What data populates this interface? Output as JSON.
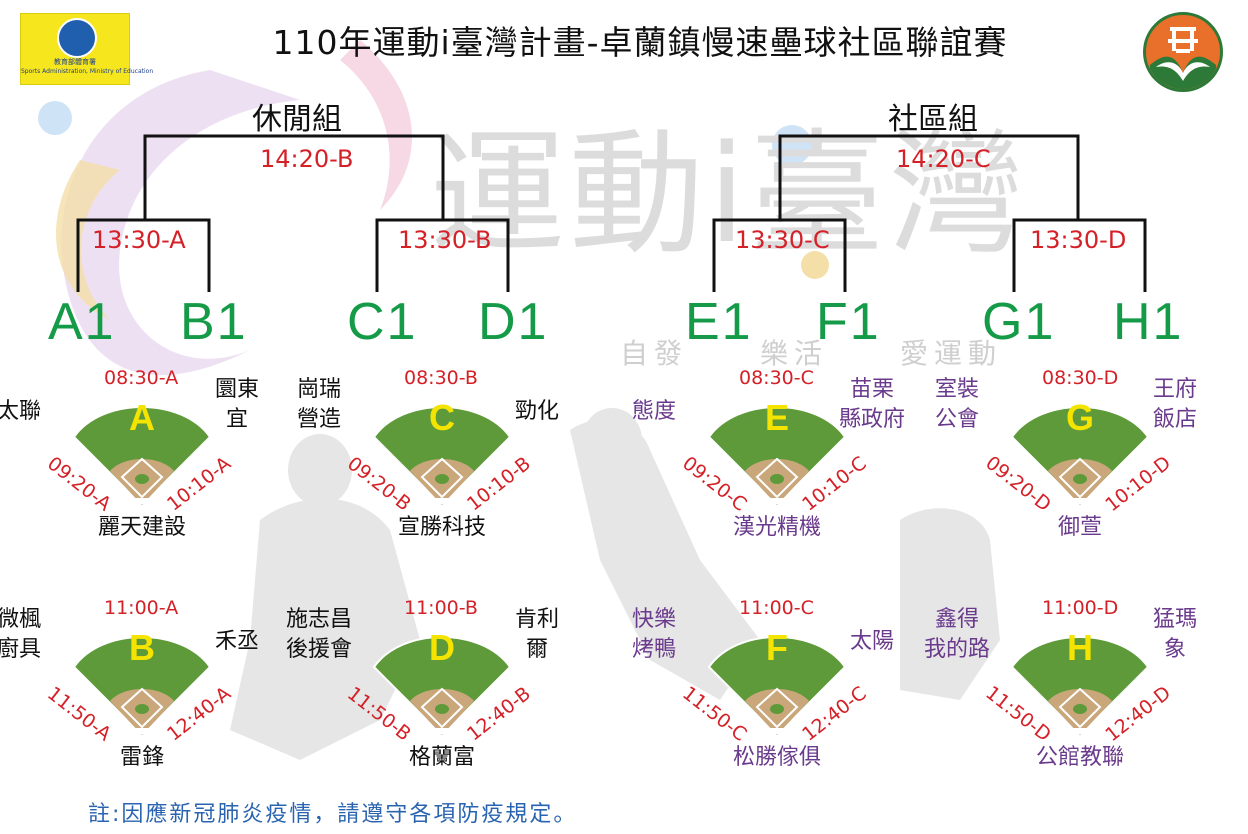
{
  "title": "110年運動i臺灣計畫-卓蘭鎮慢速壘球社區聯誼賽",
  "logo_left": {
    "name": "ministry-of-education-logo",
    "lines": [
      "教育部體育署",
      "Sports Administration, Ministry of Education"
    ],
    "color": "#f5e61e"
  },
  "logo_right": {
    "name": "zhuolan-town-emblem",
    "color": "#e8702a"
  },
  "watermark": {
    "main": "運動i臺灣",
    "slogan": [
      "自發",
      "樂活",
      "愛運動"
    ]
  },
  "groups": [
    {
      "title": "休閒組",
      "final_time": "14:20-B",
      "semi_times": [
        "13:30-A",
        "13:30-B"
      ],
      "codes": [
        "A1",
        "B1",
        "C1",
        "D1"
      ]
    },
    {
      "title": "社區組",
      "final_time": "14:20-C",
      "semi_times": [
        "13:30-C",
        "13:30-D"
      ],
      "codes": [
        "E1",
        "F1",
        "G1",
        "H1"
      ]
    }
  ],
  "pools": [
    {
      "letter": "A",
      "top_time": "08:30-A",
      "left_time": "09:20-A",
      "right_time": "10:10-A",
      "left_team": [
        "太聯"
      ],
      "right_team": [
        "圜東",
        "宜"
      ],
      "bottom_team": "麗天建設",
      "name_color": "#111111"
    },
    {
      "letter": "C",
      "top_time": "08:30-B",
      "left_time": "09:20-B",
      "right_time": "10:10-B",
      "left_team": [
        "崗瑞",
        "營造"
      ],
      "right_team": [
        "勁化"
      ],
      "bottom_team": "宣勝科技",
      "name_color": "#111111"
    },
    {
      "letter": "E",
      "top_time": "08:30-C",
      "left_time": "09:20-C",
      "right_time": "10:10-C",
      "left_team": [
        "態度"
      ],
      "right_team": [
        "苗栗",
        "縣政府"
      ],
      "bottom_team": "漢光精機",
      "name_color": "#6a3a8c"
    },
    {
      "letter": "G",
      "top_time": "08:30-D",
      "left_time": "09:20-D",
      "right_time": "10:10-D",
      "left_team": [
        "室裝",
        "公會"
      ],
      "right_team": [
        "王府",
        "飯店"
      ],
      "bottom_team": "御萱",
      "name_color": "#6a3a8c"
    },
    {
      "letter": "B",
      "top_time": "11:00-A",
      "left_time": "11:50-A",
      "right_time": "12:40-A",
      "left_team": [
        "微楓",
        "廚具"
      ],
      "right_team": [
        "禾丞"
      ],
      "bottom_team": "雷鋒",
      "name_color": "#111111"
    },
    {
      "letter": "D",
      "top_time": "11:00-B",
      "left_time": "11:50-B",
      "right_time": "12:40-B",
      "left_team": [
        "施志昌",
        "後援會"
      ],
      "right_team": [
        "肯利",
        "爾"
      ],
      "bottom_team": "格蘭富",
      "name_color": "#111111"
    },
    {
      "letter": "F",
      "top_time": "11:00-C",
      "left_time": "11:50-C",
      "right_time": "12:40-C",
      "left_team": [
        "快樂",
        "烤鴨"
      ],
      "right_team": [
        "太陽"
      ],
      "bottom_team": "松勝傢俱",
      "name_color": "#6a3a8c"
    },
    {
      "letter": "H",
      "top_time": "11:00-D",
      "left_time": "11:50-D",
      "right_time": "12:40-D",
      "left_team": [
        "鑫得",
        "我的路"
      ],
      "right_team": [
        "猛瑪",
        "象"
      ],
      "bottom_team": "公館教聯",
      "name_color": "#6a3a8c"
    }
  ],
  "note": "註:因應新冠肺炎疫情，請遵守各項防疫規定。",
  "colors": {
    "field_green": "#5e9a3a",
    "infield": "#c9a77a",
    "letter_yellow": "#f5e300",
    "time_red": "#d42027",
    "code_green": "#159a48",
    "note_blue": "#2a64b0"
  }
}
